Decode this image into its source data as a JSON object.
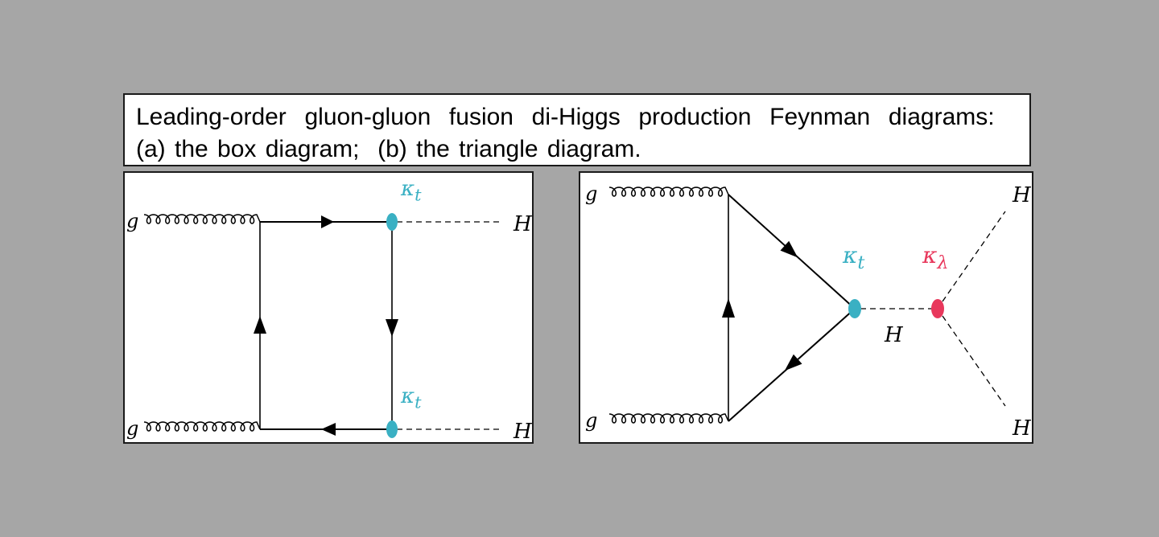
{
  "caption": {
    "line1": "Leading-order  gluon-gluon  fusion  di-Higgs  production  Feynman  diagrams:",
    "line2": "(a) the box diagram;  (b) the triangle diagram."
  },
  "colors": {
    "background": "#a6a6a6",
    "kappa_t": "#3ab0c3",
    "kappa_lambda": "#e8385c",
    "line": "#000000"
  },
  "box_diagram": {
    "gluon_top_label": "g",
    "gluon_bottom_label": "g",
    "higgs_top_label": "H",
    "higgs_bottom_label": "H",
    "kappa_top_label": "κt",
    "kappa_bottom_label": "κt"
  },
  "triangle_diagram": {
    "gluon_top_label": "g",
    "gluon_bottom_label": "g",
    "kappa_t_label": "κt",
    "kappa_lambda_label": "κλ",
    "higgs_internal_label": "H",
    "higgs_top_label": "H",
    "higgs_bottom_label": "H"
  }
}
